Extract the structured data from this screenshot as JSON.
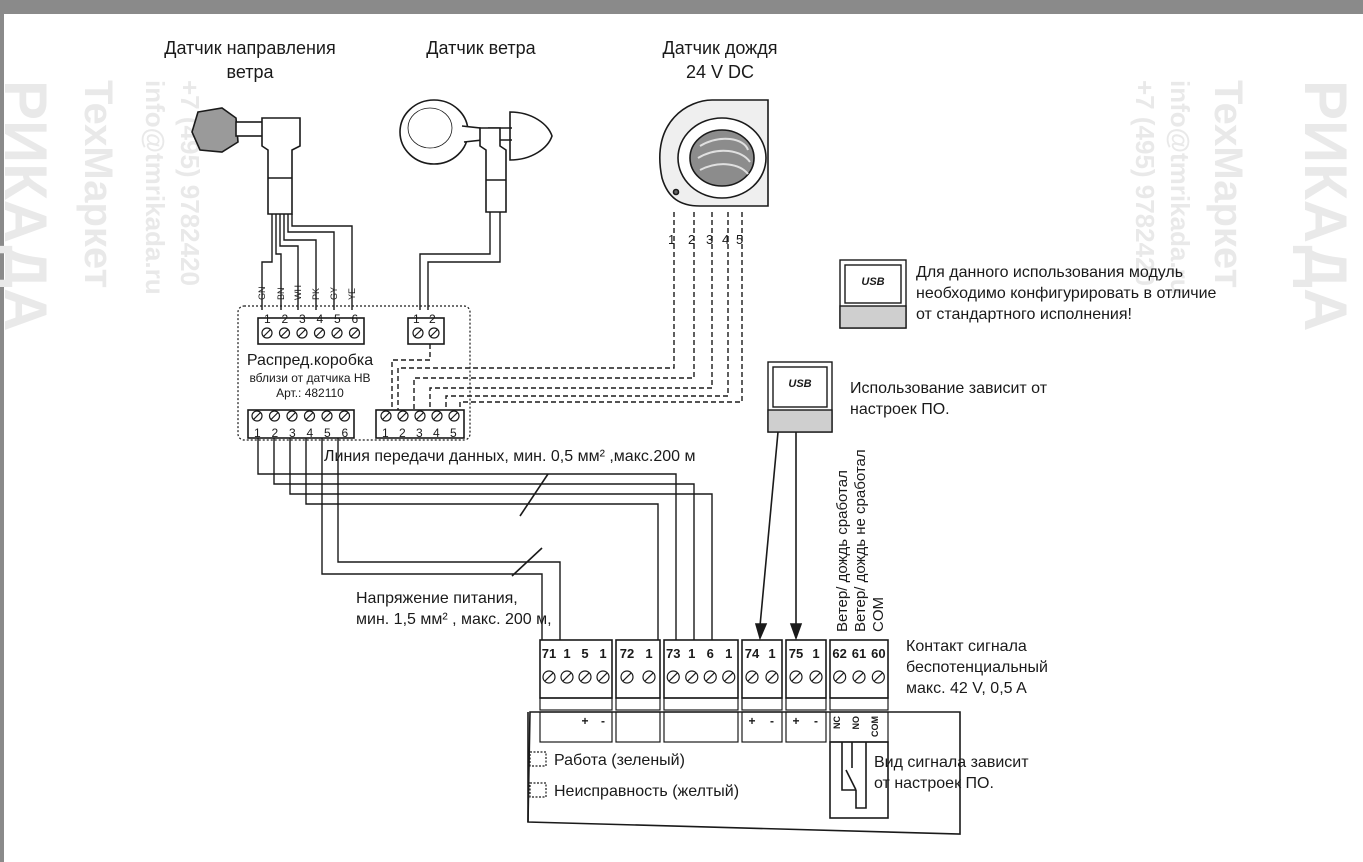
{
  "sensors": {
    "wind_direction": "Датчик направления\nветра",
    "wind": "Датчик ветра",
    "rain": "Датчик дождя\n24 V DC"
  },
  "junction_box": {
    "title": "Распред.коробка",
    "subtitle": "вблизи от датчика НВ",
    "article": "Арт.: 482110",
    "wire_colors": [
      "GN",
      "BN",
      "WH",
      "PK",
      "GY",
      "YE"
    ],
    "top_left_terminals": [
      "1",
      "2",
      "3",
      "4",
      "5",
      "6"
    ],
    "top_right_terminals": [
      "1",
      "2"
    ],
    "bottom_left_terminals": [
      "1",
      "2",
      "3",
      "4",
      "5",
      "6"
    ],
    "bottom_right_terminals": [
      "1",
      "2",
      "3",
      "4",
      "5"
    ]
  },
  "rain_wires": [
    "1",
    "2",
    "3",
    "4",
    "5"
  ],
  "notes": {
    "data_line": "Линия передачи данных, мин. 0,5 мм² ,макс.200 м",
    "power_line": "Напряжение питания,\nмин. 1,5 мм² , макс. 200 м,",
    "usb_config": "Для данного использования модуль\nнеобходимо конфигурировать в отличие\nот стандартного исполнения!",
    "usb_software": "Использование зависит от\nнастроек ПО.",
    "contact": "Контакт сигнала\nбеспотенциальный\nмакс. 42 V, 0,5 A",
    "signal_type": "Вид сигнала зависит\nот настроек ПО.",
    "contact_vertical": [
      "Ветер/ дождь сработал",
      "Ветер/ дождь не сработал",
      "COM"
    ]
  },
  "usb_label": "USB",
  "terminal_blocks": [
    {
      "labels": [
        "71",
        "1",
        "5",
        "1"
      ],
      "sub": [
        "",
        "",
        "+",
        "-"
      ]
    },
    {
      "labels": [
        "72",
        "1"
      ],
      "sub": [
        "",
        ""
      ]
    },
    {
      "labels": [
        "73",
        "1",
        "6",
        "1"
      ],
      "sub": [
        "",
        "",
        "",
        ""
      ]
    },
    {
      "labels": [
        "74",
        "1"
      ],
      "sub": [
        "+",
        "-"
      ]
    },
    {
      "labels": [
        "75",
        "1"
      ],
      "sub": [
        "+",
        "-"
      ]
    },
    {
      "labels": [
        "62",
        "61",
        "60"
      ],
      "sub": [
        "NC",
        "NO",
        "COM"
      ]
    }
  ],
  "leds": [
    "Работа (зеленый)",
    "Неисправность (желтый)"
  ],
  "watermark": [
    "РИКАДА",
    "ТехМаркет",
    "info@tmrikada.ru",
    "+7 (495) 9782420"
  ]
}
